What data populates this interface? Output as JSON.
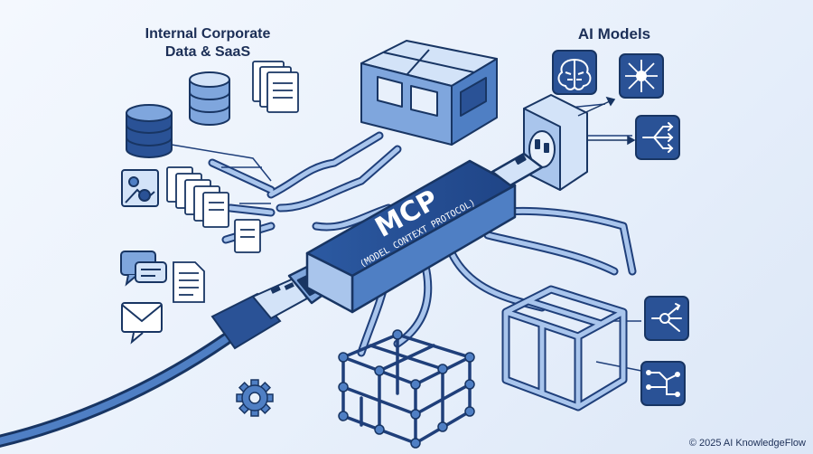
{
  "labels": {
    "left_heading": "Internal Corporate\nData & SaaS",
    "right_heading": "AI Models"
  },
  "device": {
    "title": "MCP",
    "subtitle": "(MODEL CONTEXT PROTOCOL)"
  },
  "footer": {
    "copyright": "© 2025 AI KnowledgeFlow"
  },
  "colors": {
    "navy": "#1f3f7a",
    "mid_blue": "#4f7fc4",
    "light_blue": "#a9c5ec",
    "pale_blue": "#d3e3f8",
    "tile_blue": "#2a5296",
    "outline": "#183563"
  },
  "icons": {
    "left": [
      "database-icon",
      "database-icon",
      "document-stack-icon",
      "image-file-icon",
      "document-stack-icon",
      "chat-bubbles-icon",
      "document-icon",
      "envelope-icon",
      "gear-icon"
    ],
    "right": [
      "brain-icon",
      "neural-network-icon",
      "branch-arrows-icon",
      "branch-arrows-icon",
      "circuit-icon"
    ]
  }
}
